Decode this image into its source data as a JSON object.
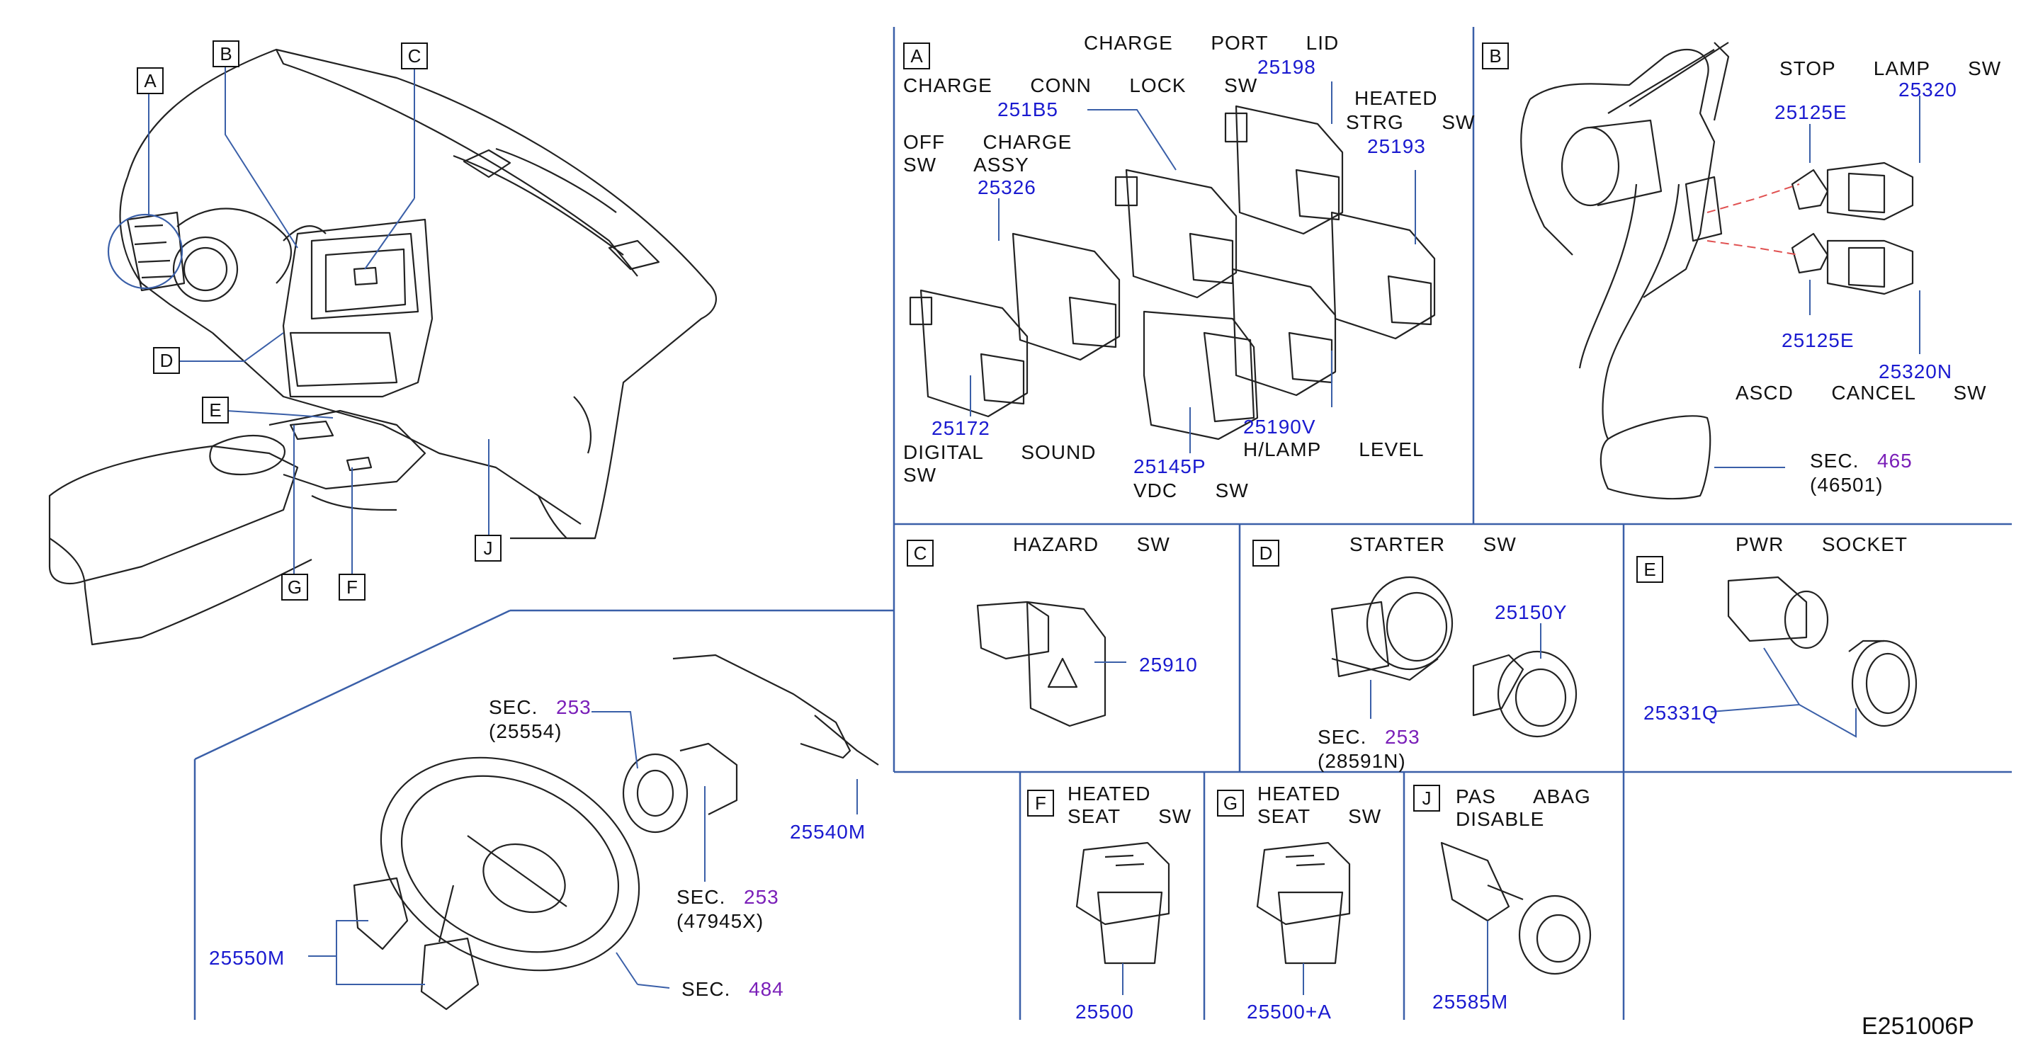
{
  "diagram_code": "E251006P",
  "overview_callouts": [
    "A",
    "B",
    "C",
    "D",
    "E",
    "F",
    "G",
    "J"
  ],
  "panels": {
    "A": {
      "letter": "A",
      "titles": {
        "charge_port_lid": "CHARGE  PORT  LID",
        "charge_conn_lock": "CHARGE  CONN  LOCK  SW",
        "off_charge_1": "OFF  CHARGE",
        "off_charge_2": "SW  ASSY",
        "heated_strg_1": "HEATED",
        "heated_strg_2": "STRG  SW",
        "digital_sound_1": "DIGITAL  SOUND",
        "digital_sound_2": "SW",
        "vdc": "VDC  SW",
        "hlamp": "H/LAMP  LEVEL"
      },
      "parts": {
        "p25198": "25198",
        "p251B5": "251B5",
        "p25193": "25193",
        "p25326": "25326",
        "p25172": "25172",
        "p25145P": "25145P",
        "p25190V": "25190V"
      }
    },
    "B": {
      "letter": "B",
      "titles": {
        "stop_lamp": "STOP  LAMP  SW",
        "ascd": "ASCD  CANCEL  SW",
        "sec_label": "SEC.",
        "sec_ref": "(46501)"
      },
      "parts": {
        "p25320": "25320",
        "p25125E_top": "25125E",
        "p25125E_bottom": "25125E",
        "p25320N": "25320N",
        "sec_num": "465"
      }
    },
    "C": {
      "letter": "C",
      "title": "HAZARD  SW",
      "part": "25910"
    },
    "D": {
      "letter": "D",
      "title": "STARTER  SW",
      "part": "25150Y",
      "sec_label": "SEC.",
      "sec_num": "253",
      "sec_ref": "(28591N)"
    },
    "E": {
      "letter": "E",
      "title": "PWR  SOCKET",
      "part": "25331Q"
    },
    "F": {
      "letter": "F",
      "title_1": "HEATED",
      "title_2": "SEAT  SW",
      "part": "25500"
    },
    "G": {
      "letter": "G",
      "title_1": "HEATED",
      "title_2": "SEAT  SW",
      "part": "25500+A"
    },
    "J": {
      "letter": "J",
      "title_1": "PAS  ABAG",
      "title_2": "DISABLE",
      "part": "25585M"
    }
  },
  "steering": {
    "sec1_label": "SEC.",
    "sec1_num": "253",
    "sec1_ref": "(25554)",
    "sec2_label": "SEC.",
    "sec2_num": "253",
    "sec2_ref": "(47945X)",
    "sec3_label": "SEC.",
    "sec3_num": "484",
    "part_combo": "25540M",
    "part_wheel_sw": "25550M"
  },
  "colors": {
    "line": "#222222",
    "panel_border": "#3a5fa8",
    "part_number": "#1a1ad0",
    "section_number": "#7a1fb8",
    "dashed": "#e05050"
  }
}
